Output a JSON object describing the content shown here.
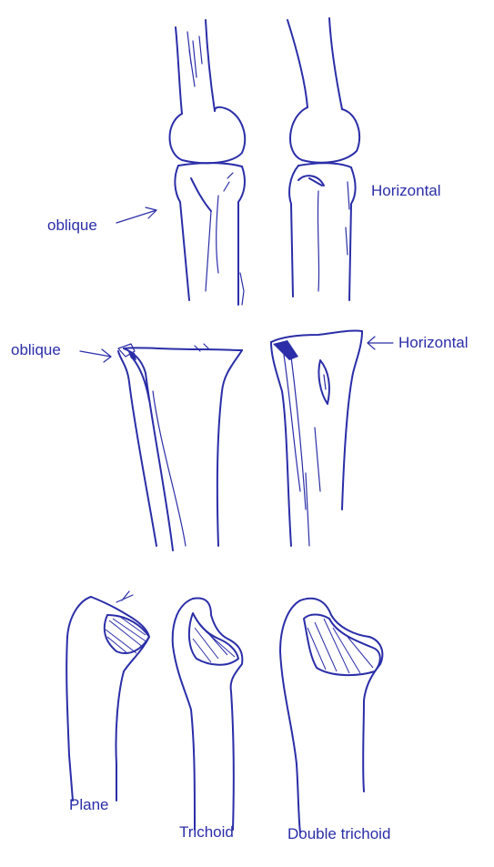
{
  "labels": {
    "row1_left": "oblique",
    "row1_right": "Horizontal",
    "row2_left": "oblique",
    "row2_right": "Horizontal",
    "row3_plane": "Plane",
    "row3_trichoid": "Trichoid",
    "row3_double_trichoid": "Double trichoid"
  },
  "colors": {
    "ink": "#2b2ea8",
    "background": "#ffffff"
  }
}
